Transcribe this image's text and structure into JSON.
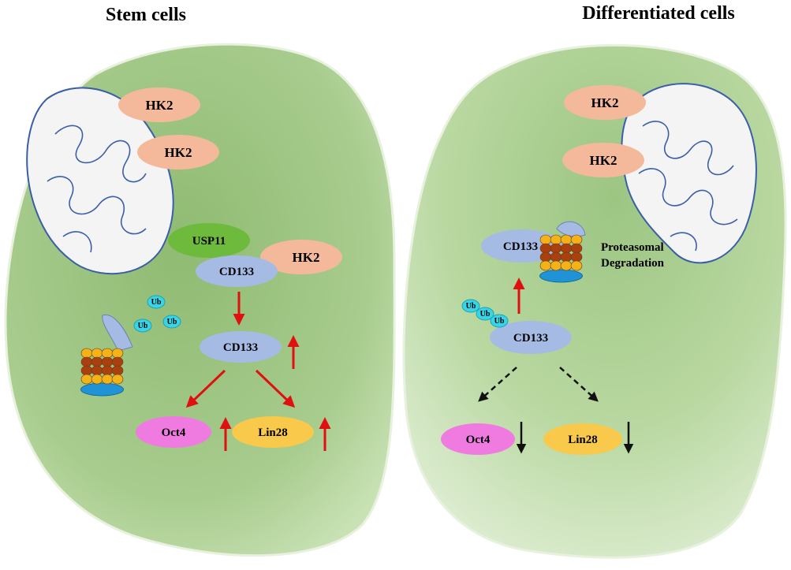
{
  "left_panel": {
    "title": "Stem cells",
    "hk2_labels": [
      "HK2",
      "HK2",
      "HK2"
    ],
    "usp11": "USP11",
    "cd133_top": "CD133",
    "cd133_mid": "CD133",
    "ub_labels": [
      "Ub",
      "Ub",
      "Ub"
    ],
    "oct4": "Oct4",
    "lin28": "Lin28"
  },
  "right_panel": {
    "title": "Differentiated cells",
    "hk2_labels": [
      "HK2",
      "HK2"
    ],
    "cd133_top": "CD133",
    "cd133_bottom": "CD133",
    "ub_labels": [
      "Ub",
      "Ub",
      "Ub"
    ],
    "degradation_line1": "Proteasomal",
    "degradation_line2": "Degradation",
    "oct4": "Oct4",
    "lin28": "Lin28"
  },
  "colors": {
    "cell_fill": "#a9cc8f",
    "hk2": "#f4b99a",
    "usp11": "#6dba3c",
    "cd133": "#a6bbe3",
    "oct4": "#f07be0",
    "lin28": "#f8c94a",
    "ub": "#39d4e6",
    "arrow_red": "#e01010",
    "arrow_black": "#111111"
  }
}
